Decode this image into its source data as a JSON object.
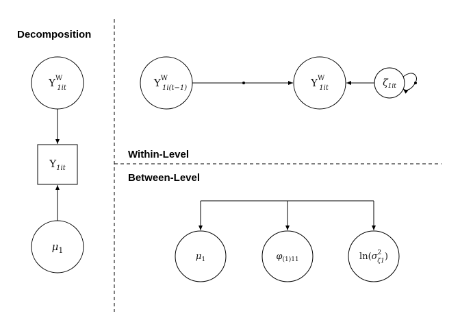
{
  "headings": {
    "decomposition": "Decomposition",
    "within": "Within-Level",
    "between": "Between-Level"
  },
  "nodes": {
    "left_top": {
      "base": "Y",
      "sup": "W",
      "sub": "1it"
    },
    "left_mid": {
      "base": "Y",
      "sub": "1it"
    },
    "left_bot": {
      "base": "μ",
      "sub": "1"
    },
    "lag": {
      "base": "Y",
      "sup": "W",
      "sub": "1i(t−1)"
    },
    "within_y": {
      "base": "Y",
      "sup": "W",
      "sub": "1it"
    },
    "zeta": {
      "base": "ζ",
      "sub": "1it"
    },
    "between_mu": {
      "base": "μ",
      "sub": "1"
    },
    "between_phi": {
      "base": "φ",
      "sub": "(1)11"
    },
    "between_ln": {
      "prefix": "ln(",
      "base": "σ",
      "sup": "2",
      "sub": "ζ1",
      "suffix": ")"
    }
  }
}
